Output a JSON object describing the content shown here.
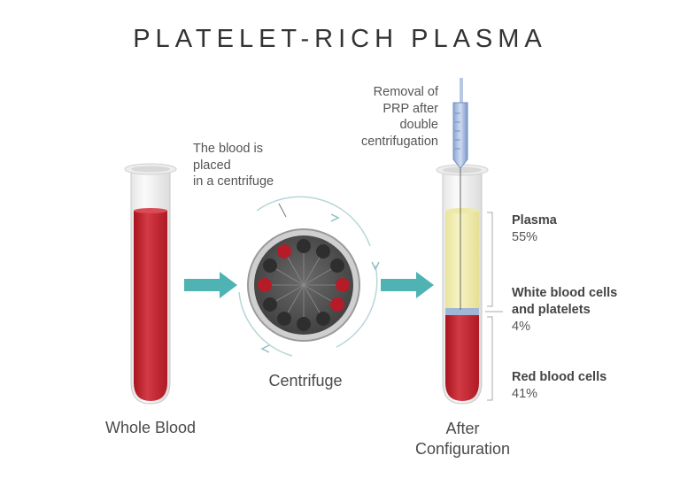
{
  "title": "PLATELET-RICH PLASMA",
  "labels": {
    "whole_blood": "Whole Blood",
    "centrifuge": "Centrifuge",
    "after_line1": "After",
    "after_line2": "Configuration"
  },
  "notes": {
    "centrifuge_note": [
      "The blood is",
      "placed",
      "in a centrifuge"
    ],
    "removal_note": [
      "Removal of",
      "PRP after",
      "double",
      "centrifugation"
    ]
  },
  "layers": [
    {
      "name": "Plasma",
      "percent": "55%"
    },
    {
      "name_line1": "White blood cells",
      "name_line2": "and platelets",
      "percent": "4%"
    },
    {
      "name": "Red blood cells",
      "percent": "41%"
    }
  ],
  "colors": {
    "blood": "#c0202d",
    "plasma": "#f3efb0",
    "buffy": "#9fb6d6",
    "arrow": "#4fb3b3",
    "rotor": "#555555"
  }
}
